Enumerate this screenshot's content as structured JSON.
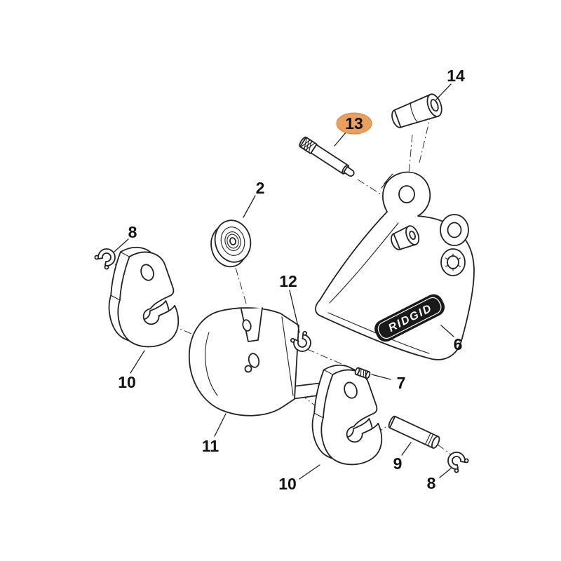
{
  "diagram": {
    "type": "exploded-parts-diagram",
    "background_color": "#ffffff",
    "highlight_fill": "#E9A05C",
    "highlight_stroke": "#DB8435",
    "brand_text": "RIDGID",
    "callouts": [
      {
        "text": "14",
        "highlighted": false
      },
      {
        "text": "13",
        "highlighted": true
      },
      {
        "text": "2",
        "highlighted": false
      },
      {
        "text": "8",
        "highlighted": false
      },
      {
        "text": "10",
        "highlighted": false
      },
      {
        "text": "12",
        "highlighted": false
      },
      {
        "text": "6",
        "highlighted": false
      },
      {
        "text": "7",
        "highlighted": false
      },
      {
        "text": "11",
        "highlighted": false
      },
      {
        "text": "10",
        "highlighted": false
      },
      {
        "text": "9",
        "highlighted": false
      },
      {
        "text": "8",
        "highlighted": false
      }
    ]
  }
}
